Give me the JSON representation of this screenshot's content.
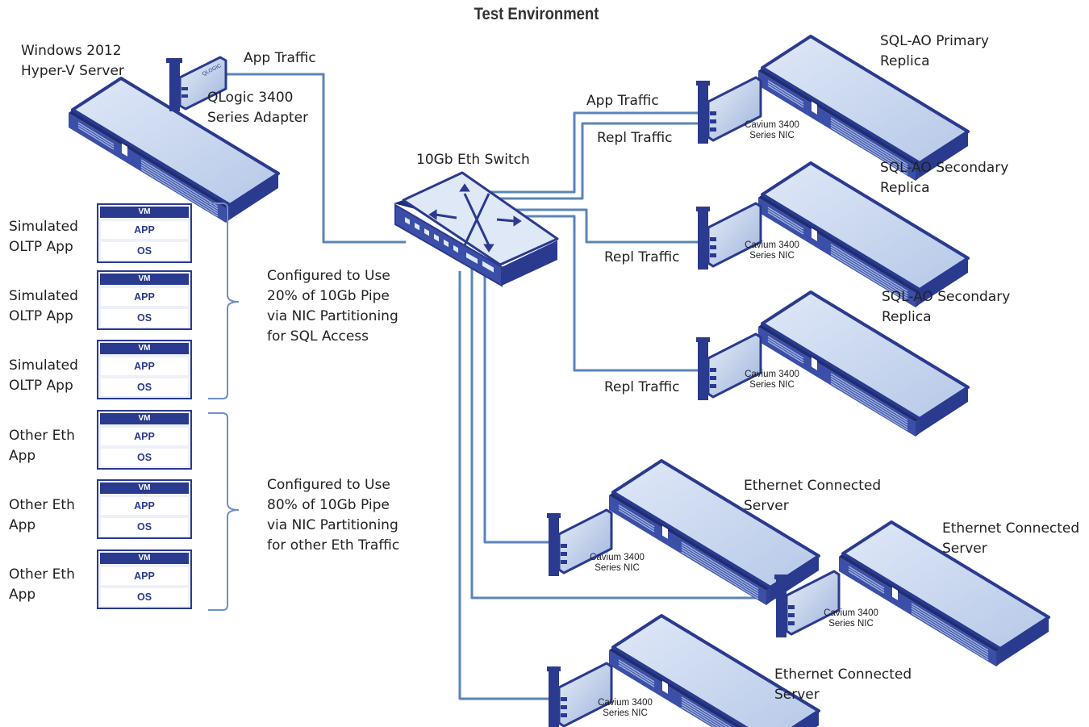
{
  "title": "Test Environment",
  "host": {
    "name": "Windows 2012\nHyper-V Server",
    "adapter": "QLogic 3400\nSeries Adapter",
    "adapter_brand": "QLOGIC"
  },
  "switch_label": "10Gb Eth Switch",
  "traffic": {
    "host_app": "App Traffic",
    "primary_app": "App Traffic",
    "primary_repl": "Repl Traffic",
    "secondary1_repl": "Repl Traffic",
    "secondary2_repl": "Repl Traffic"
  },
  "replicas": [
    {
      "name": "SQL-AO Primary\nReplica",
      "nic": "Cavium 3400\nSeries NIC"
    },
    {
      "name": "SQL-AO Secondary\nReplica",
      "nic": "Cavium 3400\nSeries NIC"
    },
    {
      "name": "SQL-AO Secondary\nReplica",
      "nic": "Cavium 3400\nSeries NIC"
    }
  ],
  "eth_servers": [
    {
      "name": "Ethernet Connected\nServer",
      "nic": "Cavium 3400\nSeries NIC"
    },
    {
      "name": "Ethernet Connected\nServer",
      "nic": "Cavium 3400\nSeries NIC"
    },
    {
      "name": "Ethernet Connected\nServer",
      "nic": "Cavium 3400\nSeries NIC"
    }
  ],
  "vm_box": {
    "header": "VM",
    "app": "APP",
    "os": "OS"
  },
  "vms": [
    {
      "label": "Simulated\nOLTP App"
    },
    {
      "label": "Simulated\nOLTP App"
    },
    {
      "label": "Simulated\nOLTP App"
    },
    {
      "label": "Other Eth\nApp"
    },
    {
      "label": "Other Eth\nApp"
    },
    {
      "label": "Other Eth\nApp"
    }
  ],
  "groups": {
    "sql": "Configured to Use\n20% of 10Gb Pipe\nvia NIC Partitioning\nfor SQL Access",
    "eth": "Configured to Use\n80% of 10Gb Pipe\nvia NIC Partitioning\nfor other Eth Traffic"
  },
  "colors": {
    "link": "#5b84b8",
    "server_top": "#c7d6ef",
    "server_front": "#3b4fa8",
    "dark_blue": "#2a3a8f",
    "brace": "#6d90c4"
  }
}
